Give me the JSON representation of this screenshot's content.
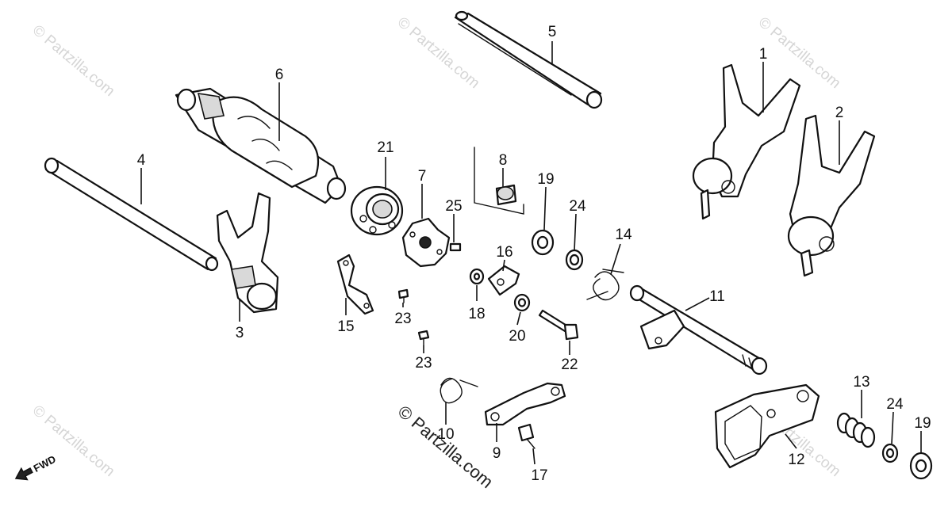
{
  "callouts": {
    "p1": "1",
    "p2": "2",
    "p3": "3",
    "p4": "4",
    "p5": "5",
    "p6": "6",
    "p7": "7",
    "p8": "8",
    "p9": "9",
    "p10": "10",
    "p11": "11",
    "p12": "12",
    "p13": "13",
    "p14": "14",
    "p15": "15",
    "p16": "16",
    "p17": "17",
    "p18": "18",
    "p19a": "19",
    "p19b": "19",
    "p20": "20",
    "p21": "21",
    "p22": "22",
    "p23a": "23",
    "p23b": "23",
    "p24a": "24",
    "p24b": "24",
    "p25": "25"
  },
  "watermark": {
    "text": "© Partzilla.com",
    "center_text": "© Partzilla.com"
  },
  "direction_label": "FWD"
}
